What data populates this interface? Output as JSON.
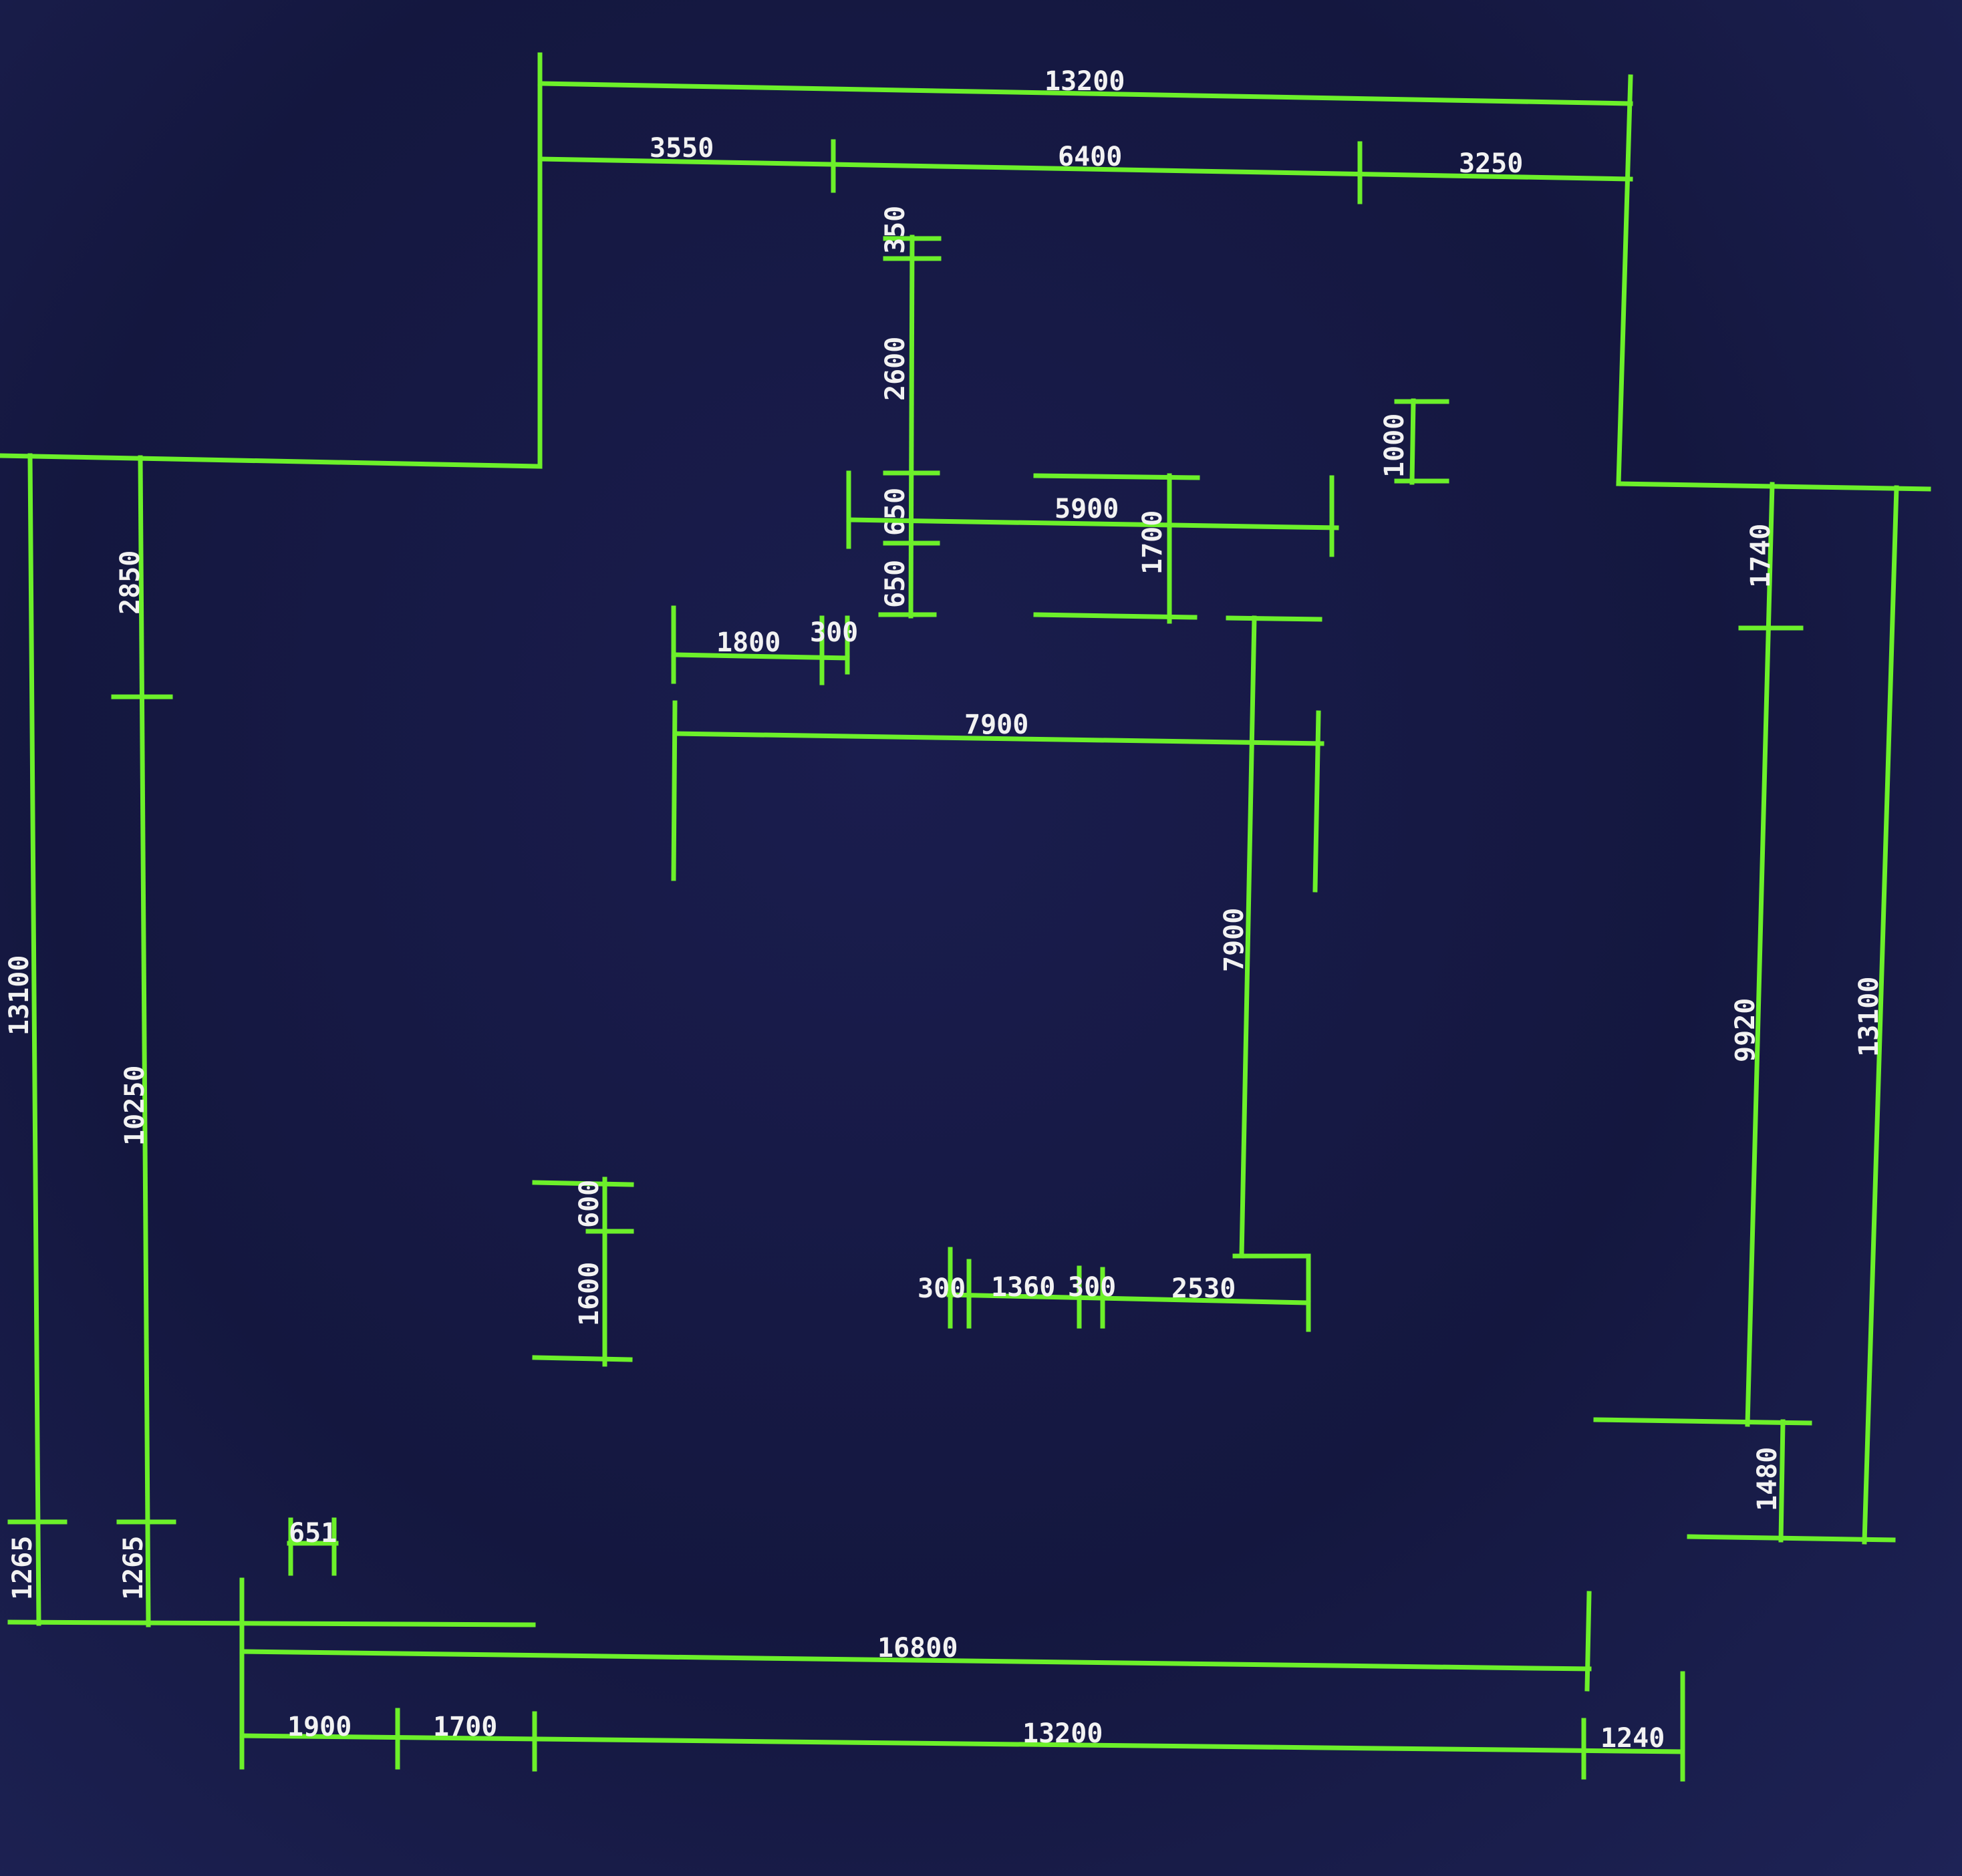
{
  "drawing": {
    "line_color": "#6cf02a",
    "text_color": "#f2f2f2",
    "background_color": "#171a45",
    "top_dims": {
      "overall": "13200",
      "seg_left": "3550",
      "seg_mid": "6400",
      "seg_right": "3250"
    },
    "center_dims": {
      "v_top": "350",
      "v_upper": "2600",
      "v_mid": "650",
      "v_lower": "650",
      "h_center": "5900",
      "v_inner": "1700",
      "v_small_right": "1000",
      "h_small_left": "1800",
      "h_small_gap": "300",
      "h_wide": "7900",
      "v_long": "7900",
      "v_left_top": "600",
      "v_left_bottom": "1600",
      "bottom_chain_1": "300",
      "bottom_chain_2": "1360",
      "bottom_chain_3": "300",
      "bottom_chain_4": "2530"
    },
    "left_dims": {
      "outer_total": "13100",
      "inner_top": "2850",
      "inner_mid": "10250",
      "outer_bottom": "1265",
      "inner_bottom": "1265",
      "small_top": "651"
    },
    "right_dims": {
      "inner_top": "1740",
      "inner_mid": "9920",
      "outer_total": "13100",
      "inner_bottom": "1480"
    },
    "bottom_dims": {
      "overall": "16800",
      "seg_1": "1900",
      "seg_2": "1700",
      "seg_3": "13200",
      "seg_4": "1240"
    }
  }
}
